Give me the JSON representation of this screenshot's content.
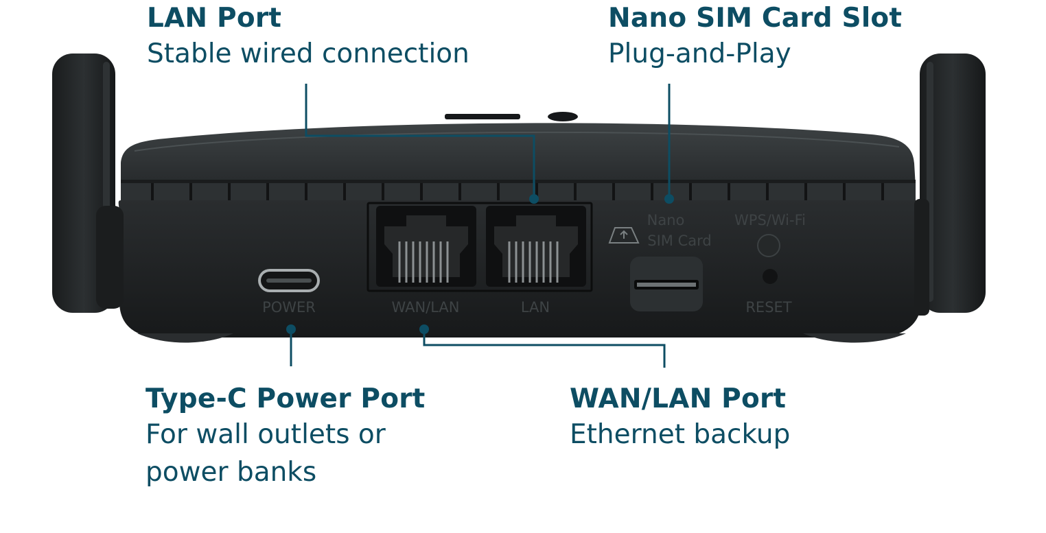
{
  "callouts": {
    "lan": {
      "title": "LAN Port",
      "desc": "Stable wired connection"
    },
    "sim": {
      "title": "Nano SIM Card Slot",
      "desc": "Plug-and-Play"
    },
    "power": {
      "title": "Type-C Power Port",
      "desc_line1": "For wall outlets or",
      "desc_line2": "power banks"
    },
    "wan": {
      "title": "WAN/LAN Port",
      "desc": "Ethernet backup"
    }
  },
  "device_labels": {
    "power": "POWER",
    "wan_lan": "WAN/LAN",
    "lan": "LAN",
    "nano": "Nano",
    "sim_card": "SIM Card",
    "wps": "WPS/Wi-Fi",
    "reset": "RESET"
  },
  "colors": {
    "callout": "#0d4d63",
    "device_body": "#1f2224",
    "device_label": "#3e4345"
  }
}
